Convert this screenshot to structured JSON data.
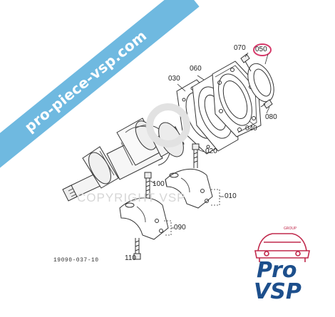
{
  "watermark_ribbon": "pro-piece-vsp.com",
  "copyright_watermark": "COPYRIGHT VSP",
  "reference_code": "19090-037-10",
  "logo": {
    "line1": "Pro",
    "line2": "VSP",
    "tag": "GROUP"
  },
  "part_labels": {
    "p010": "010",
    "p020": "020",
    "p030": "030",
    "p040": "040",
    "p050": "050",
    "p060": "060",
    "p070": "070",
    "p080": "080",
    "p090": "090",
    "p100": "100",
    "p110": "110"
  },
  "colors": {
    "ribbon": "#6fb9e0",
    "highlight": "#d63a6a",
    "logo_blue": "#1d4f8c",
    "logo_red": "#c0284b"
  }
}
